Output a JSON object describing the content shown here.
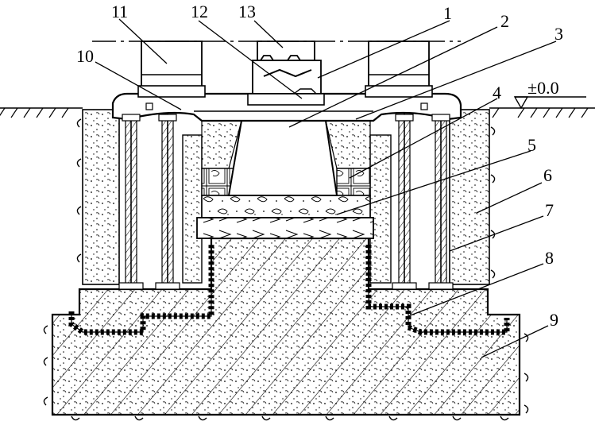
{
  "callouts": [
    {
      "id": "1",
      "text": "1"
    },
    {
      "id": "2",
      "text": "2"
    },
    {
      "id": "3",
      "text": "3"
    },
    {
      "id": "4",
      "text": "4"
    },
    {
      "id": "5",
      "text": "5"
    },
    {
      "id": "6",
      "text": "6"
    },
    {
      "id": "7",
      "text": "7"
    },
    {
      "id": "8",
      "text": "8"
    },
    {
      "id": "9",
      "text": "9"
    },
    {
      "id": "10",
      "text": "10"
    },
    {
      "id": "11",
      "text": "11"
    },
    {
      "id": "12",
      "text": "12"
    },
    {
      "id": "13",
      "text": "13"
    }
  ],
  "grade_mark": "±0.0",
  "colors": {
    "ink": "#000000",
    "background": "#ffffff"
  }
}
